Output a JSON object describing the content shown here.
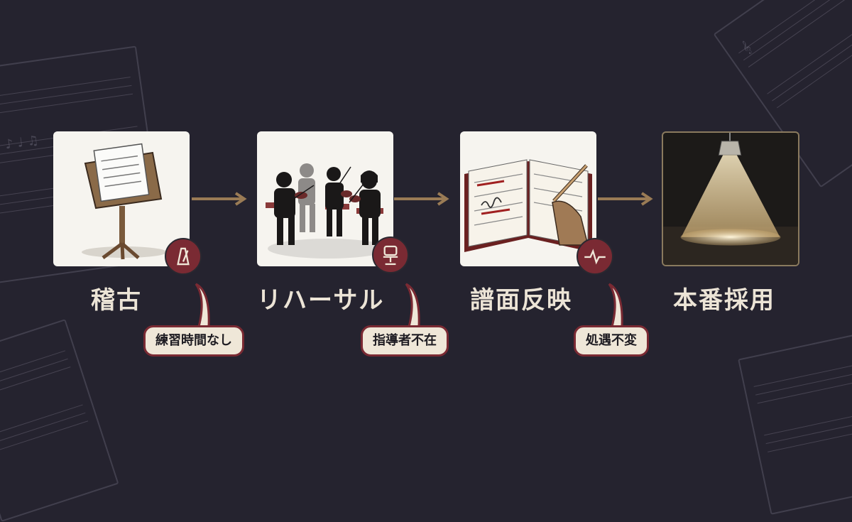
{
  "steps": [
    {
      "label": "稽古",
      "tag": "練習時間なし",
      "badge_icon": "metronome-icon",
      "illustration": "music-stand-illustration"
    },
    {
      "label": "リハーサル",
      "tag": "指導者不在",
      "badge_icon": "chair-icon",
      "illustration": "string-quartet-illustration"
    },
    {
      "label": "譜面反映",
      "tag": "処遇不変",
      "badge_icon": "pulse-icon",
      "illustration": "annotated-score-illustration"
    },
    {
      "label": "本番採用",
      "tag": "",
      "badge_icon": "",
      "illustration": "spotlight-stage-illustration"
    }
  ],
  "colors": {
    "background": "#25232f",
    "accent_brown": "#9a7b55",
    "badge_red": "#7a2a33",
    "label_text": "#ece4d6",
    "tag_fill": "#efe7d8"
  }
}
